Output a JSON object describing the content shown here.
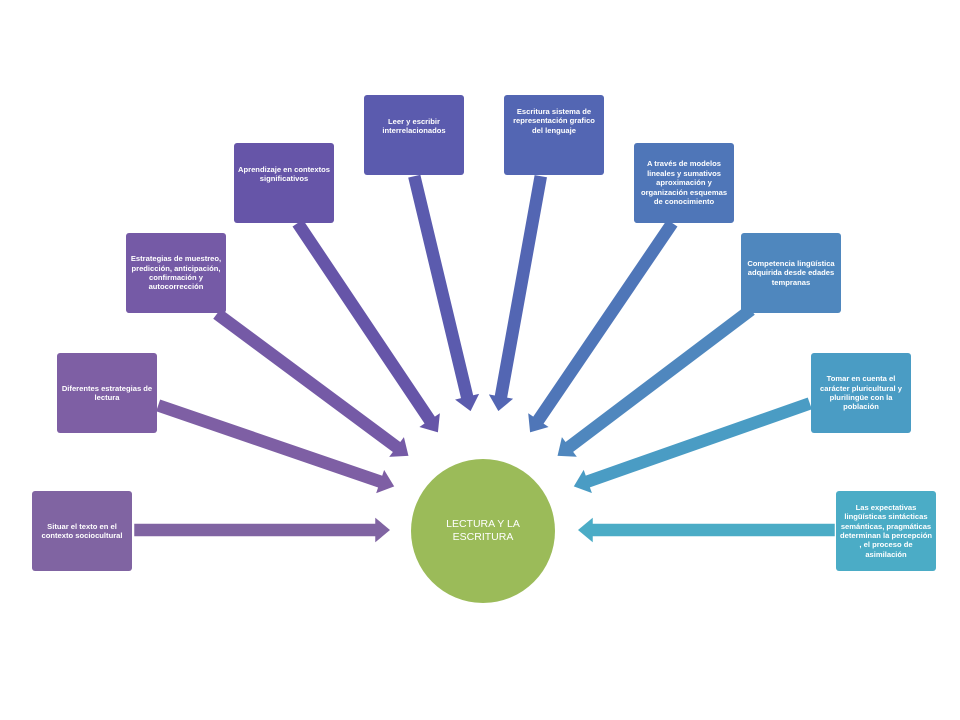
{
  "center": {
    "label": "LECTURA Y LA ESCRITURA",
    "color": "#9bbb59"
  },
  "nodes": [
    {
      "label": "Situar el texto en el contexto sociocultural",
      "color": "#8064a2"
    },
    {
      "label": "Diferentes estrategias de lectura",
      "color": "#7e5fa4"
    },
    {
      "label": "Estrategias de muestreo, predicción, anticipación, confirmación y autocorrección",
      "color": "#755aa6"
    },
    {
      "label": "Aprendizaje en contextos significativos",
      "color": "#6655a8"
    },
    {
      "label": "Leer y escribir interrelacionados",
      "color": "#5b5bae"
    },
    {
      "label": "Escritura sistema de representación grafico del lenguaje",
      "color": "#5366b3"
    },
    {
      "label": "A través de modelos lineales y sumativos aproximación y organización esquemas de conocimiento",
      "color": "#4f76b8"
    },
    {
      "label": "Competencia lingüística adquirida desde edades tempranas",
      "color": "#4f87be"
    },
    {
      "label": "Tomar en cuenta el carácter pluricultural y plurilingüe con la población",
      "color": "#4a9cc4"
    },
    {
      "label": "Las expectativas lingüísticas sintácticas semánticas, pragmáticas determinan la percepción , el proceso de asimilación",
      "color": "#4bacc6"
    }
  ]
}
